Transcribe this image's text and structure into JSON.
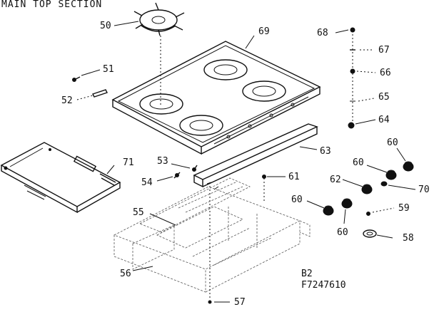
{
  "diagram": {
    "title": "MAIN TOP SECTION",
    "part_labels": {
      "p50": "50",
      "p51": "51",
      "p52": "52",
      "p53": "53",
      "p54": "54",
      "p55": "55",
      "p56": "56",
      "p57": "57",
      "p58": "58",
      "p59": "59",
      "p60a": "60",
      "p60b": "60",
      "p60c": "60",
      "p60d": "60",
      "p61": "61",
      "p62": "62",
      "p63": "63",
      "p64": "64",
      "p65": "65",
      "p66": "66",
      "p67": "67",
      "p68": "68",
      "p69": "69",
      "p70": "70",
      "p71": "71"
    },
    "footer": {
      "code": "B2",
      "number": "F7247610"
    }
  }
}
